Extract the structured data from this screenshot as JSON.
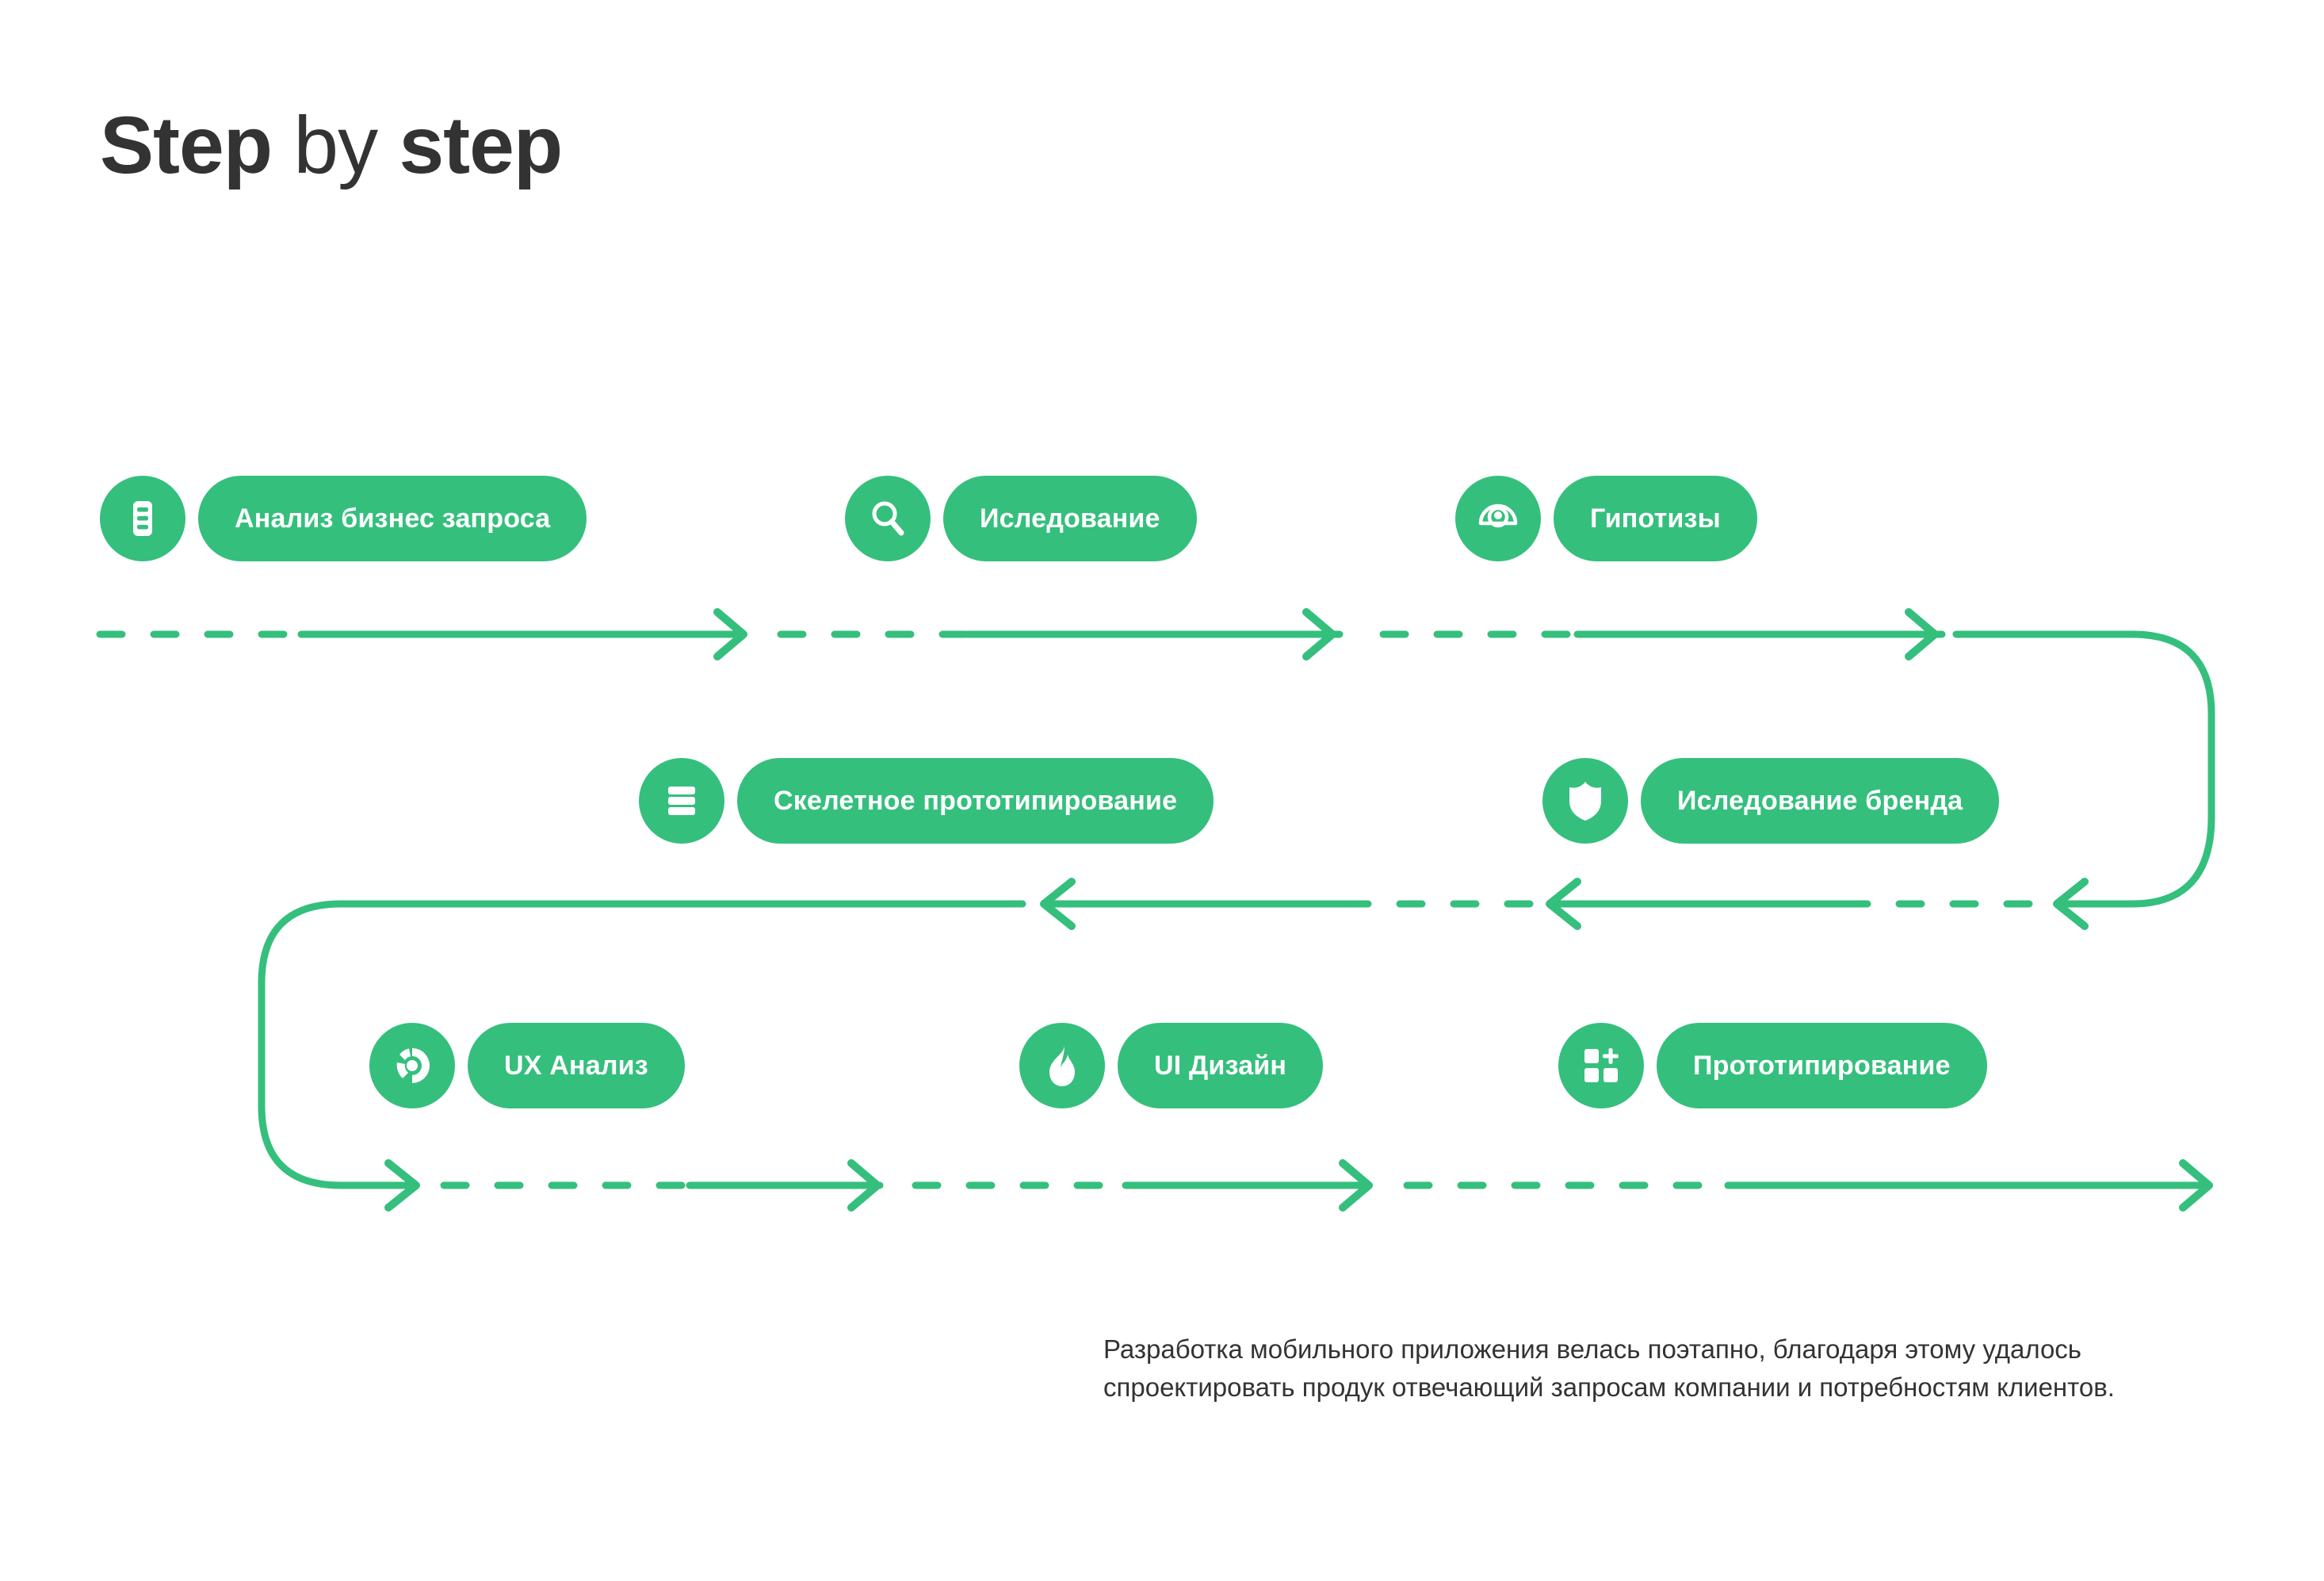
{
  "title": {
    "part_bold_1": "Step",
    "part_regular": " by ",
    "part_bold_2": "step"
  },
  "accent_color": "#35BF7D",
  "text_color": "#333333",
  "background_color": "#FFFFFF",
  "flow": {
    "rows": [
      {
        "direction": "left-to-right",
        "steps": [
          {
            "icon": "document-list-icon",
            "label": "Анализ бизнес запроса"
          },
          {
            "icon": "search-icon",
            "label": "Иследование"
          },
          {
            "icon": "eye-icon",
            "label": "Гипотизы"
          }
        ]
      },
      {
        "direction": "right-to-left",
        "steps": [
          {
            "icon": "menu-bars-icon",
            "label": "Скелетное прототипирование"
          },
          {
            "icon": "shield-icon",
            "label": "Иследование бренда"
          }
        ]
      },
      {
        "direction": "left-to-right",
        "steps": [
          {
            "icon": "donut-chart-icon",
            "label": "UX Анализ"
          },
          {
            "icon": "flame-icon",
            "label": "UI Дизайн"
          },
          {
            "icon": "grid-plus-icon",
            "label": "Прототипирование"
          }
        ]
      }
    ]
  },
  "caption": {
    "text": "Разработка мобильного приложения велась поэтапно, благодаря этому удалось спроектировать продук отвечающий запросам компании и потребностям клиентов."
  }
}
